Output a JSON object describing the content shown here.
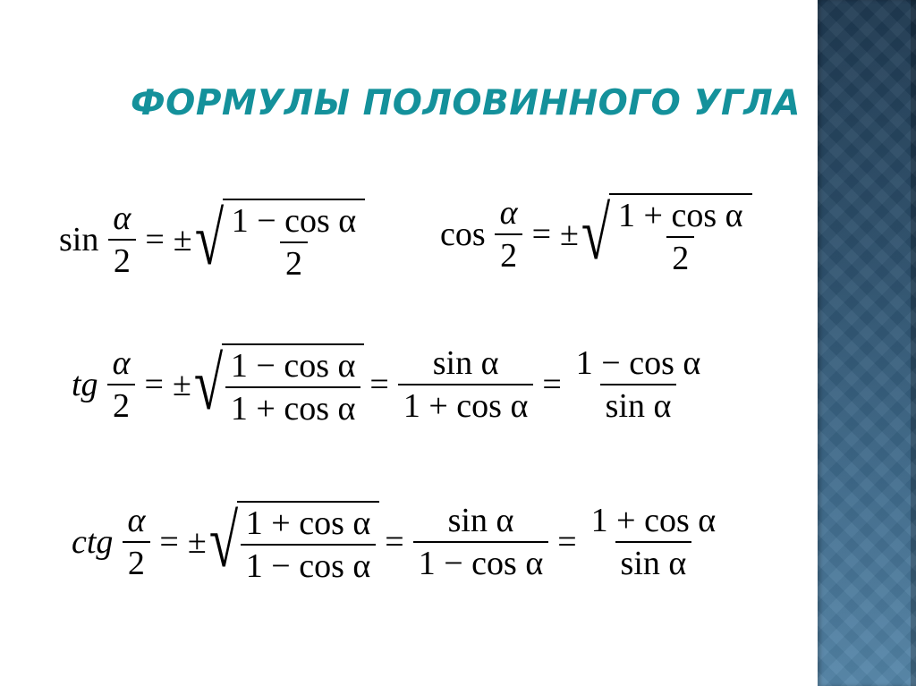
{
  "slide": {
    "title": "ФОРМУЛЫ ПОЛОВИННОГО УГЛА",
    "colors": {
      "title": "#14919b",
      "background": "#ffffff",
      "side_band_top": "#1f3a52",
      "side_band_bottom": "#5485a8"
    }
  },
  "formulas": {
    "sin": {
      "fn": "sin",
      "half_num": "α",
      "half_den": "2",
      "eq": "=",
      "pm": "±",
      "radical": "√",
      "rad_num": "1 − cos α",
      "rad_den": "2"
    },
    "cos": {
      "fn": "cos",
      "half_num": "α",
      "half_den": "2",
      "eq": "=",
      "pm": "±",
      "radical": "√",
      "rad_num": "1 + cos α",
      "rad_den": "2"
    },
    "tg": {
      "fn": "tg",
      "half_num": "α",
      "half_den": "2",
      "eq": "=",
      "pm": "±",
      "radical": "√",
      "rad_num": "1 − cos α",
      "rad_den": "1 + cos α",
      "eq2": "=",
      "frac2_num": "sin α",
      "frac2_den": "1 + cos α",
      "eq3": "=",
      "frac3_num": "1 − cos α",
      "frac3_den": "sin α"
    },
    "ctg": {
      "fn": "ctg",
      "half_num": "α",
      "half_den": "2",
      "eq": "=",
      "pm": "±",
      "radical": "√",
      "rad_num": "1 + cos α",
      "rad_den": "1 − cos α",
      "eq2": "=",
      "frac2_num": "sin α",
      "frac2_den": "1 − cos α",
      "eq3": "=",
      "frac3_num": "1 + cos α",
      "frac3_den": "sin α"
    }
  }
}
